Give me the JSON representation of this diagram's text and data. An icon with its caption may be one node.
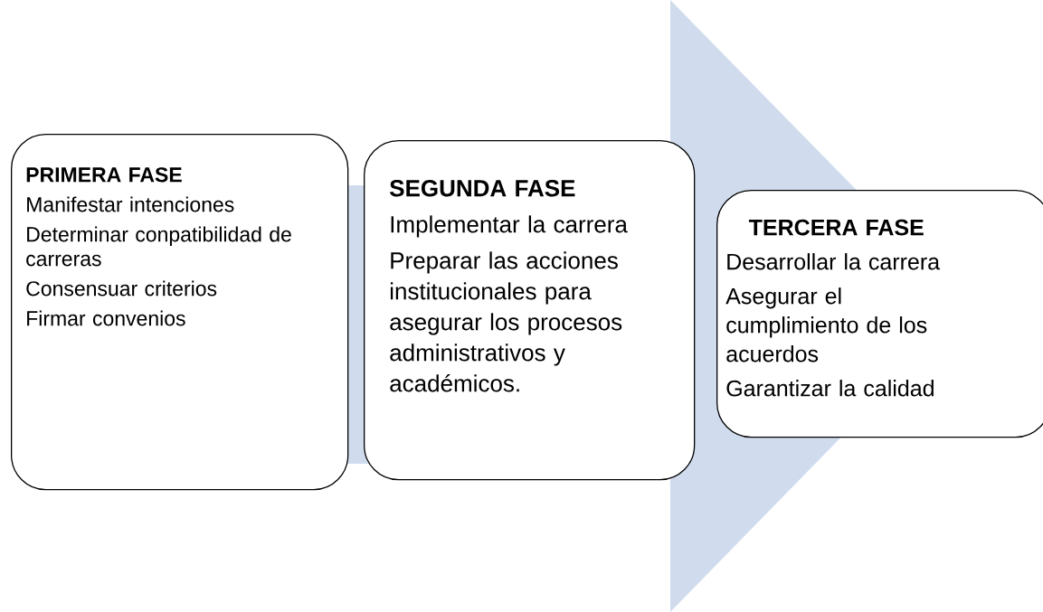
{
  "diagram": {
    "nodes": [
      {
        "text": [
          "PRIMERA FASE",
          "Manifestar intenciones",
          "Determinar conpatibilidad de carreras",
          "Consensuar criterios",
          "Firmar convenios"
        ]
      },
      {
        "text": [
          "SEGUNDA FASE",
          "Implementar la carrera",
          "Preparar las acciones institucionales para asegurar los procesos administrativos y académicos."
        ]
      },
      {
        "text": [
          "TERCERA FASE",
          "Desarrollar la carrera",
          "Asegurar el cumplimiento de los acuerdos",
          "Garantizar la calidad"
        ]
      }
    ],
    "edges": [
      {
        "from": 0,
        "to": 2,
        "arrow": "to"
      }
    ]
  }
}
